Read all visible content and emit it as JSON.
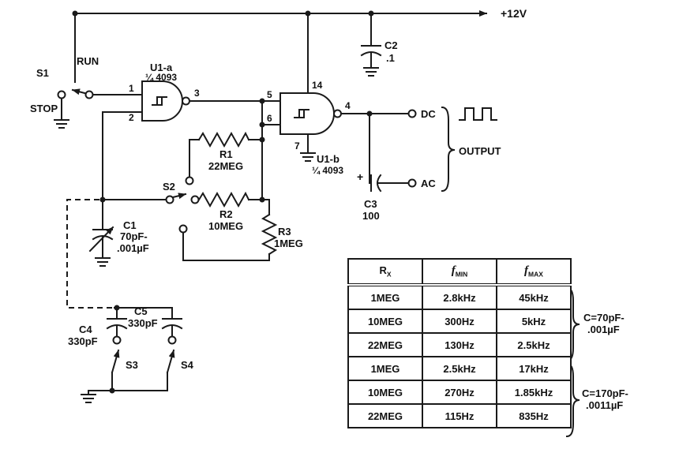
{
  "power": {
    "rail_label": "+12V"
  },
  "switch_s1": {
    "name": "S1",
    "run": "RUN",
    "stop": "STOP"
  },
  "gate_u1a": {
    "name": "U1-a",
    "part": "¼ 4093",
    "pin1": "1",
    "pin2": "2",
    "pin3": "3"
  },
  "gate_u1b": {
    "name": "U1-b",
    "part": "¼ 4093",
    "pin5": "5",
    "pin6": "6",
    "pin4": "4",
    "pin14": "14",
    "pin7": "7"
  },
  "r1": {
    "name": "R1",
    "value": "22MEG"
  },
  "r2": {
    "name": "R2",
    "value": "10MEG"
  },
  "r3": {
    "name": "R3",
    "value": "1MEG"
  },
  "switch_s2": {
    "name": "S2"
  },
  "switch_s3": {
    "name": "S3"
  },
  "switch_s4": {
    "name": "S4"
  },
  "c1": {
    "name": "C1",
    "value1": "70pF-",
    "value2": ".001µF"
  },
  "c2": {
    "name": "C2",
    "value": ".1"
  },
  "c3": {
    "name": "C3",
    "value": "100",
    "polarity": "+"
  },
  "c4": {
    "name": "C4",
    "value": "330pF"
  },
  "c5": {
    "name": "C5",
    "value": "330pF"
  },
  "output": {
    "dc": "DC",
    "ac": "AC",
    "label": "OUTPUT"
  },
  "freq_table": {
    "headers": [
      {
        "main": "R",
        "sub": "X"
      },
      {
        "main": "f",
        "sub": "MIN"
      },
      {
        "main": "f",
        "sub": "MAX"
      }
    ],
    "rows": [
      {
        "rx": "1MEG",
        "fmin": "2.8kHz",
        "fmax": "45kHz"
      },
      {
        "rx": "10MEG",
        "fmin": "300Hz",
        "fmax": "5kHz"
      },
      {
        "rx": "22MEG",
        "fmin": "130Hz",
        "fmax": "2.5kHz"
      },
      {
        "rx": "1MEG",
        "fmin": "2.5kHz",
        "fmax": "17kHz"
      },
      {
        "rx": "10MEG",
        "fmin": "270Hz",
        "fmax": "1.85kHz"
      },
      {
        "rx": "22MEG",
        "fmin": "115Hz",
        "fmax": "835Hz"
      }
    ],
    "group1": {
      "line1": "C=70pF-",
      "line2": ".001µF"
    },
    "group2": {
      "line1": "C=170pF-",
      "line2": ".0011µF"
    }
  }
}
